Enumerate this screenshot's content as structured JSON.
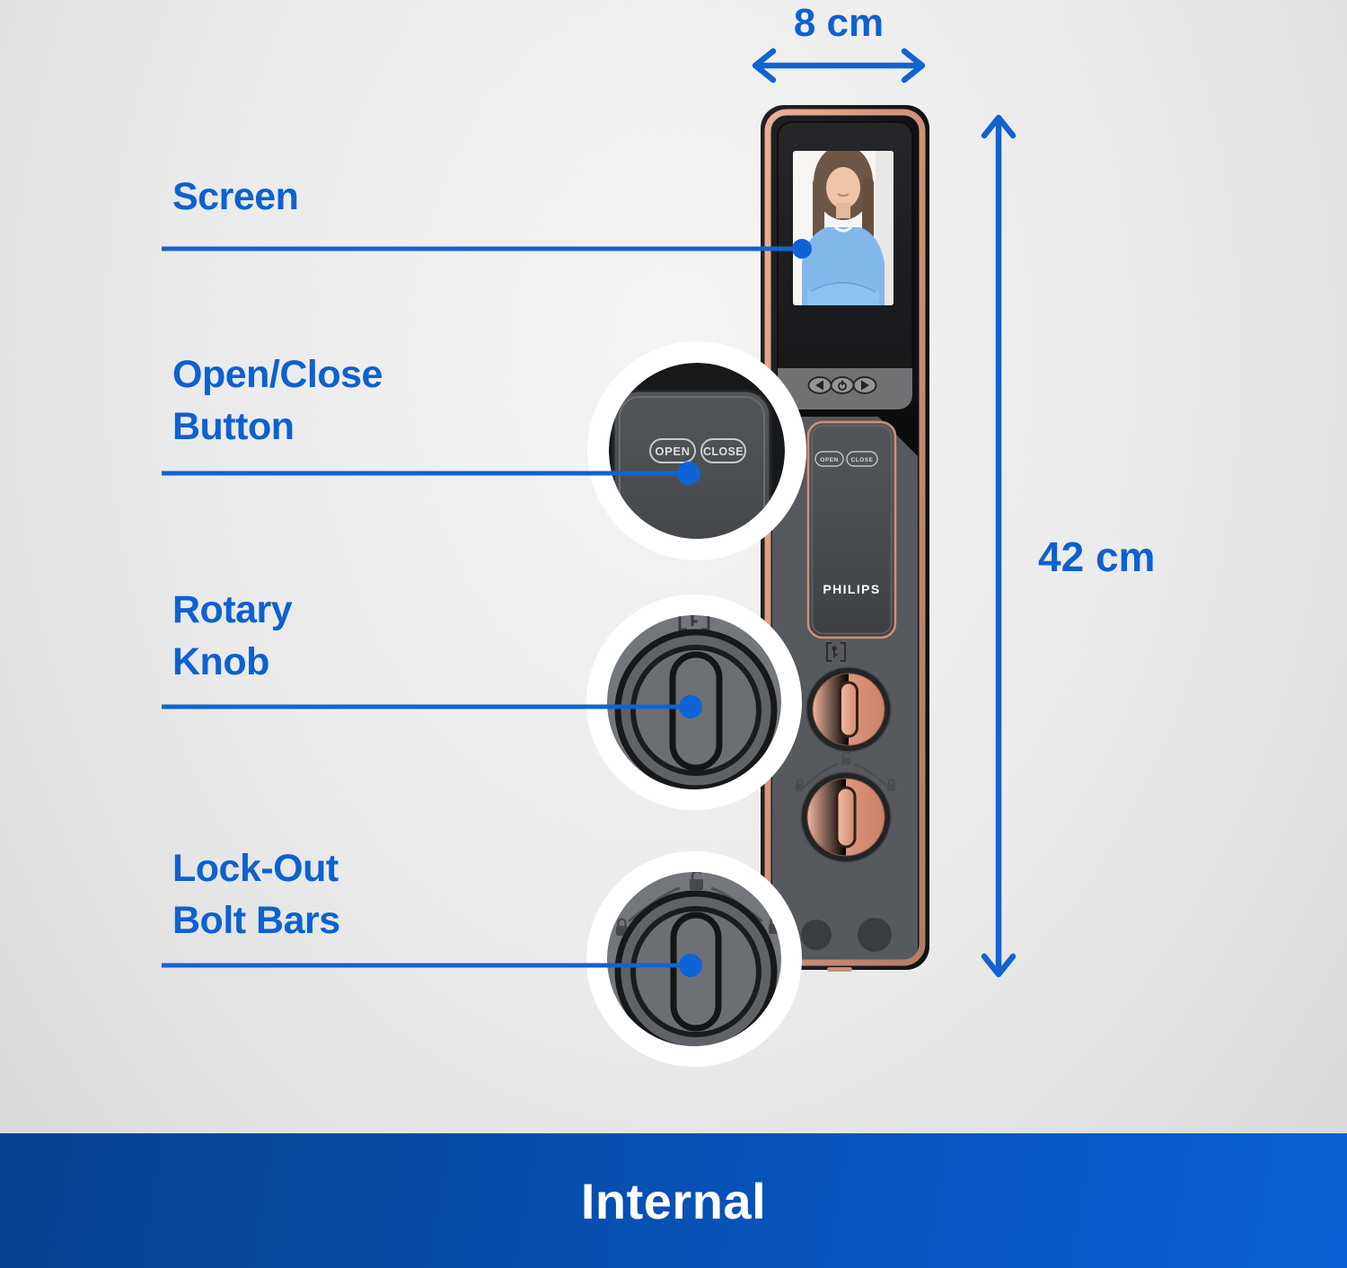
{
  "annotations": {
    "screen": {
      "label": "Screen"
    },
    "open_close": {
      "line1": "Open/Close",
      "line2": "Button"
    },
    "rotary": {
      "line1": "Rotary",
      "line2": "Knob"
    },
    "lockout": {
      "line1": "Lock-Out",
      "line2": "Bolt Bars"
    }
  },
  "dimensions": {
    "width_label": "8 cm",
    "height_label": "42 cm"
  },
  "banner": {
    "label": "Internal"
  },
  "device": {
    "brand": "PHILIPS",
    "open_button": "OPEN",
    "close_button": "CLOSE"
  },
  "callouts": {
    "open_close": {
      "open_button": "OPEN",
      "close_button": "CLOSE"
    }
  },
  "colors": {
    "accent_blue": "#0d61cf",
    "banner_gradient_start": "#05418d",
    "banner_gradient_end": "#0c5ed6",
    "copper_frame": "#d09077",
    "knob_copper": "#e8a58c",
    "banner_text": "#ffffff"
  }
}
